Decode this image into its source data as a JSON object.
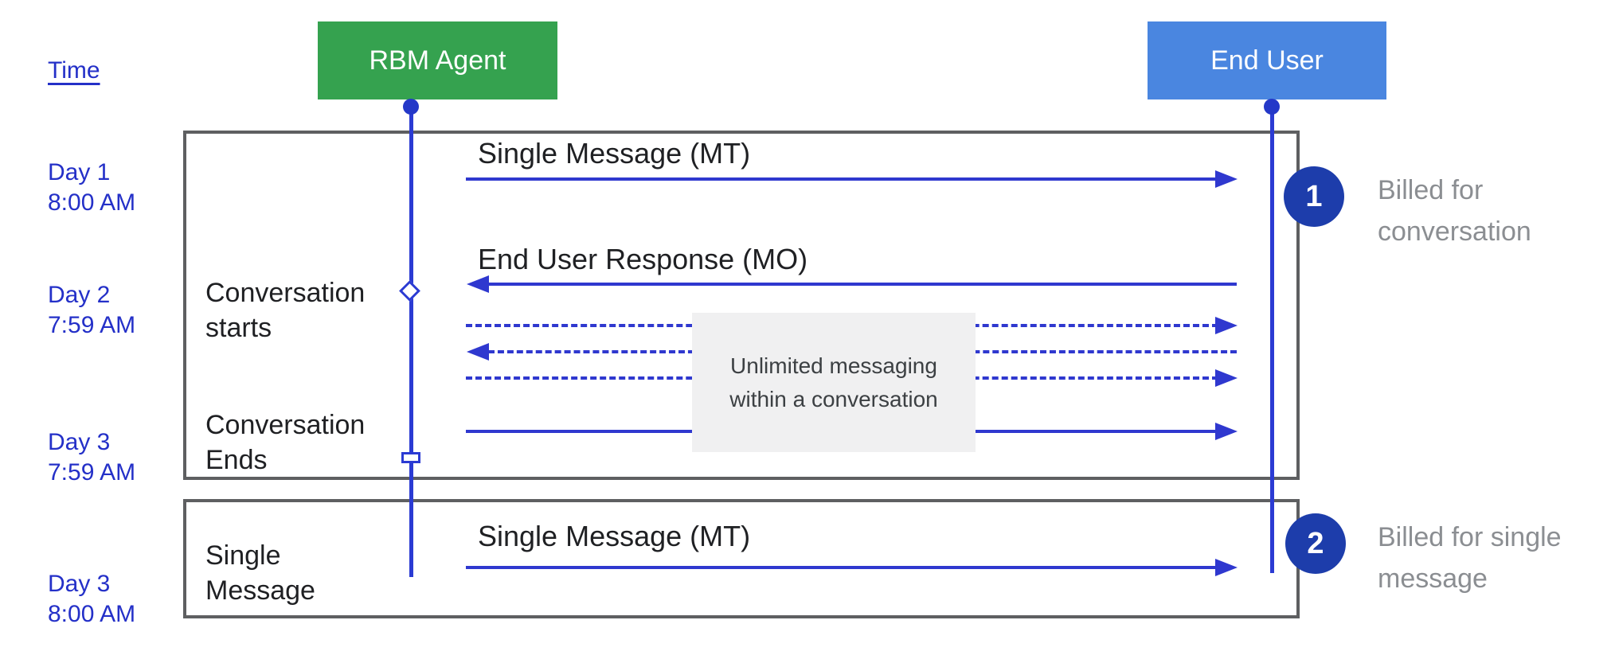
{
  "colors": {
    "agent_green": "#35a24f",
    "end_user_blue": "#4a86e0",
    "arrow_blue": "#2f38cf",
    "time_text_blue": "#2430c8",
    "badge_navy": "#1d3dab",
    "billed_text_gray": "#8b8e92",
    "frame_border_gray": "#5e5f61",
    "note_background": "#f0f0f1"
  },
  "header": {
    "time_label": "Time",
    "agent_label": "RBM Agent",
    "end_user_label": "End User"
  },
  "timeline": [
    {
      "label": "Day 1\n8:00 AM"
    },
    {
      "label": "Day 2\n7:59 AM"
    },
    {
      "label": "Day 3\n7:59 AM"
    },
    {
      "label": "Day 3\n8:00 AM"
    }
  ],
  "conversation_frame": {
    "messages": {
      "single_message_mt": "Single Message (MT)",
      "end_user_response_mo": "End User Response (MO)"
    },
    "conversation_starts": "Conversation\nstarts",
    "conversation_ends": "Conversation\nEnds",
    "note": "Unlimited messaging\nwithin a conversation"
  },
  "single_message_frame": {
    "messages": {
      "single_message_mt": "Single Message (MT)"
    },
    "single_message": "Single\nMessage"
  },
  "billing": [
    {
      "number": "1",
      "caption": "Billed for\nconversation"
    },
    {
      "number": "2",
      "caption": "Billed for single\nmessage"
    }
  ]
}
